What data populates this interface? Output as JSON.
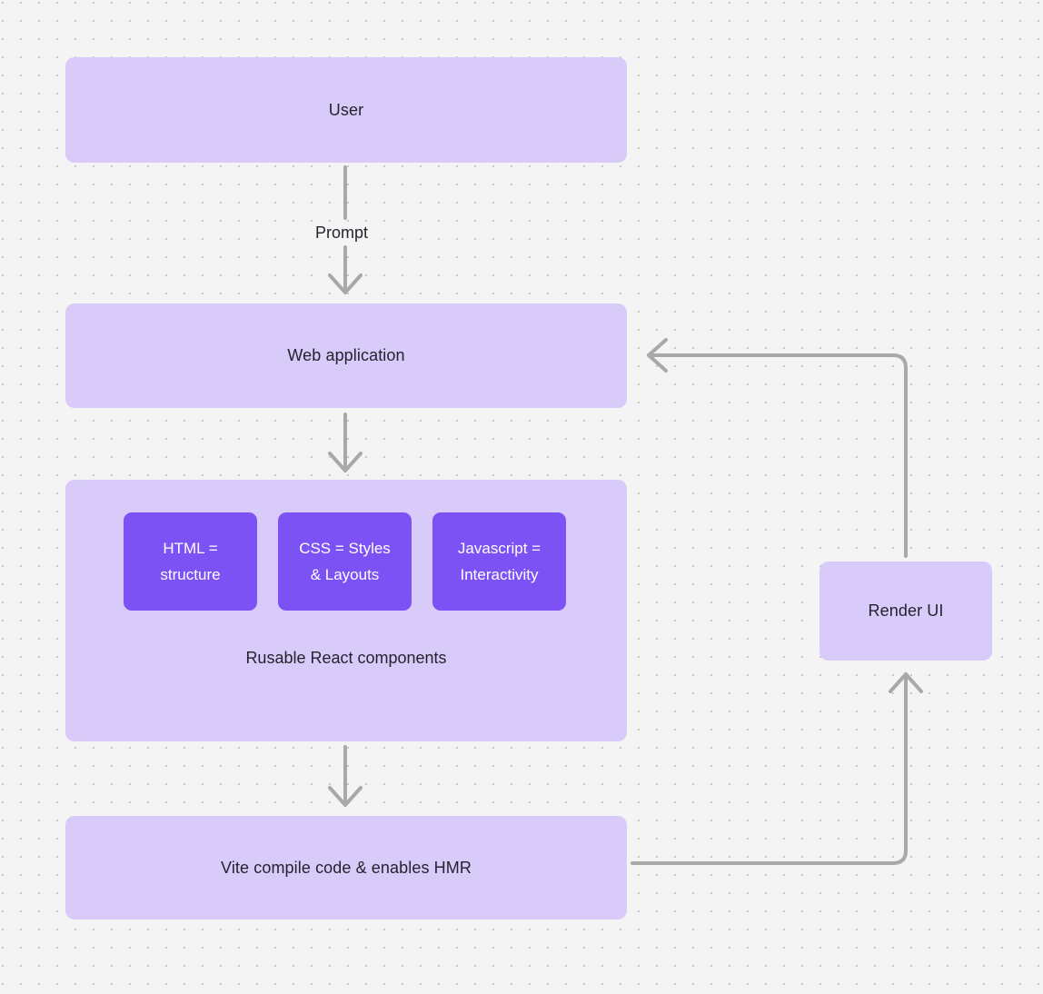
{
  "diagram": {
    "type": "flowchart",
    "background_color": "#f4f4f5",
    "grid": "dot-grid",
    "node_fill_light": "#d8caf9",
    "node_fill_dark": "#7c52f5",
    "connector_color": "#a9a9a9",
    "nodes": [
      {
        "id": "user",
        "label": "User",
        "style": "light"
      },
      {
        "id": "webapp",
        "label": "Web application",
        "style": "light"
      },
      {
        "id": "components",
        "label": "Rusable React components",
        "style": "light"
      },
      {
        "id": "html",
        "label": "HTML =\nstructure",
        "style": "dark"
      },
      {
        "id": "css",
        "label": "CSS = Styles\n& Layouts",
        "style": "dark"
      },
      {
        "id": "js",
        "label": "Javascript =\nInteractivity",
        "style": "dark"
      },
      {
        "id": "vite",
        "label": "Vite compile code & enables HMR",
        "style": "light"
      },
      {
        "id": "render",
        "label": "Render UI",
        "style": "light"
      }
    ],
    "edges": [
      {
        "from": "user",
        "to": "webapp",
        "label": "Prompt",
        "direction": "down"
      },
      {
        "from": "webapp",
        "to": "components",
        "label": "",
        "direction": "down"
      },
      {
        "from": "components",
        "to": "vite",
        "label": "",
        "direction": "down"
      },
      {
        "from": "vite",
        "to": "render",
        "label": "",
        "direction": "right-up"
      },
      {
        "from": "render",
        "to": "webapp",
        "label": "",
        "direction": "up-left"
      }
    ]
  }
}
